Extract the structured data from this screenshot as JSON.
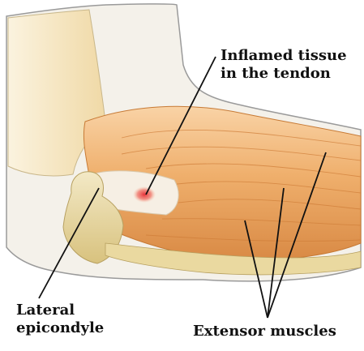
{
  "labels": {
    "inflamed_line1": "Inflamed tissue",
    "inflamed_line2": "in the tendon",
    "lateral_line1": "Lateral",
    "lateral_line2": "epicondyle",
    "extensor": "Extensor muscles"
  },
  "colors": {
    "background": "#ffffff",
    "skin_outline": "#9a9a9a",
    "skin_fill": "#f4f1ea",
    "bone": "#e8dcb0",
    "tendon": "#f6efe4",
    "muscle_light": "#f7c58e",
    "muscle_mid": "#eda766",
    "muscle_dark": "#d9863f",
    "inflammation": "#e8333a",
    "leader_line": "#111111"
  }
}
